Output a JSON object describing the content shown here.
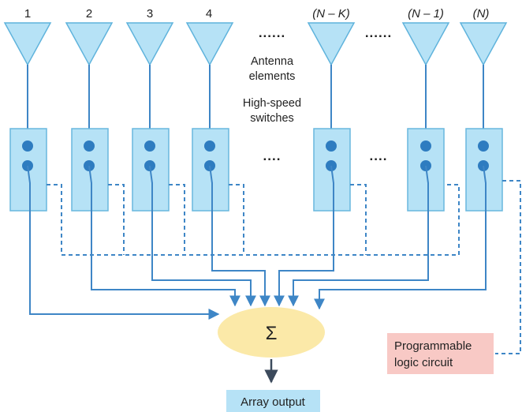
{
  "antennas": [
    {
      "label": "1"
    },
    {
      "label": "2"
    },
    {
      "label": "3"
    },
    {
      "label": "4"
    },
    {
      "label": "(N – K)"
    },
    {
      "label": "(N – 1)"
    },
    {
      "label": "(N)"
    }
  ],
  "ellipsis_top_left": "......",
  "ellipsis_top_right": "......",
  "ellipsis_mid_left": "....",
  "ellipsis_mid_right": "....",
  "labels": {
    "antenna_line1": "Antenna",
    "antenna_line2": "elements",
    "switch_line1": "High-speed",
    "switch_line2": "switches"
  },
  "combiner": {
    "symbol": "Σ"
  },
  "output": {
    "label": "Array output"
  },
  "logic": {
    "line1": "Programmable",
    "line2": "logic circuit"
  },
  "colors": {
    "antenna_fill": "#b6e2f6",
    "antenna_stroke": "#5fb3dc",
    "switch_fill": "#b6e2f6",
    "switch_stroke": "#69b7de",
    "wire": "#3e86c6",
    "dot": "#2e7cc0",
    "combiner_fill": "#fbe9a8",
    "output_fill": "#b6e2f6",
    "logic_fill": "#f8c9c5",
    "arrow_down": "#3c4a5c"
  }
}
